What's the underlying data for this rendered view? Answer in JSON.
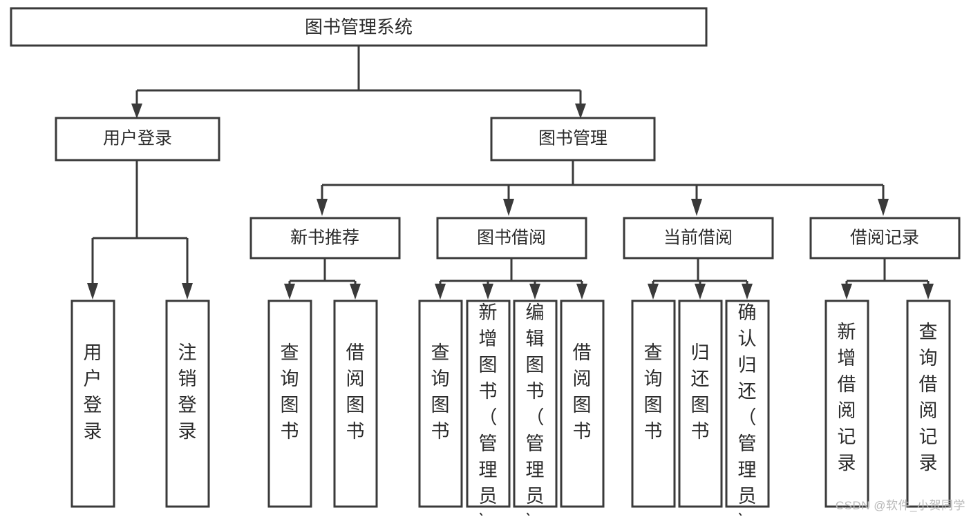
{
  "diagram": {
    "type": "tree-hierarchy-chart",
    "title": "图书管理系统",
    "levels": {
      "level1": [
        {
          "id": "root",
          "label": "图书管理系统"
        }
      ],
      "level2": [
        {
          "id": "user-login",
          "label": "用户登录"
        },
        {
          "id": "book-manage",
          "label": "图书管理"
        }
      ],
      "level3": [
        {
          "id": "new-book-recommend",
          "label": "新书推荐"
        },
        {
          "id": "book-borrow",
          "label": "图书借阅"
        },
        {
          "id": "current-borrow",
          "label": "当前借阅"
        },
        {
          "id": "borrow-record",
          "label": "借阅记录"
        }
      ],
      "level4": [
        {
          "id": "leaf-user-login",
          "label": "用户登录",
          "parent": "user-login"
        },
        {
          "id": "leaf-logout-login",
          "label": "注销登录",
          "parent": "user-login"
        },
        {
          "id": "leaf-query-book-1",
          "label": "查询图书",
          "parent": "new-book-recommend"
        },
        {
          "id": "leaf-borrow-book-1",
          "label": "借阅图书",
          "parent": "new-book-recommend"
        },
        {
          "id": "leaf-query-book-2",
          "label": "查询图书",
          "parent": "book-borrow"
        },
        {
          "id": "leaf-add-book",
          "label": "新增图书（管理员）",
          "parent": "book-borrow"
        },
        {
          "id": "leaf-edit-book",
          "label": "编辑图书（管理员）",
          "parent": "book-borrow"
        },
        {
          "id": "leaf-borrow-book-2",
          "label": "借阅图书",
          "parent": "book-borrow"
        },
        {
          "id": "leaf-query-book-3",
          "label": "查询图书",
          "parent": "current-borrow"
        },
        {
          "id": "leaf-return-book",
          "label": "归还图书",
          "parent": "current-borrow"
        },
        {
          "id": "leaf-confirm-return",
          "label": "确认归还（管理员）",
          "parent": "current-borrow"
        },
        {
          "id": "leaf-add-record",
          "label": "新增借阅记录",
          "parent": "borrow-record"
        },
        {
          "id": "leaf-query-record",
          "label": "查询借阅记录",
          "parent": "borrow-record"
        }
      ]
    }
  },
  "watermark": {
    "text": "CSDN @软件_小贺同学"
  },
  "colors": {
    "stroke": "#3a3a3a",
    "box_fill": "#ffffff",
    "text": "#2b2b2b",
    "watermark": "#b9b9b9",
    "background": "#ffffff"
  }
}
